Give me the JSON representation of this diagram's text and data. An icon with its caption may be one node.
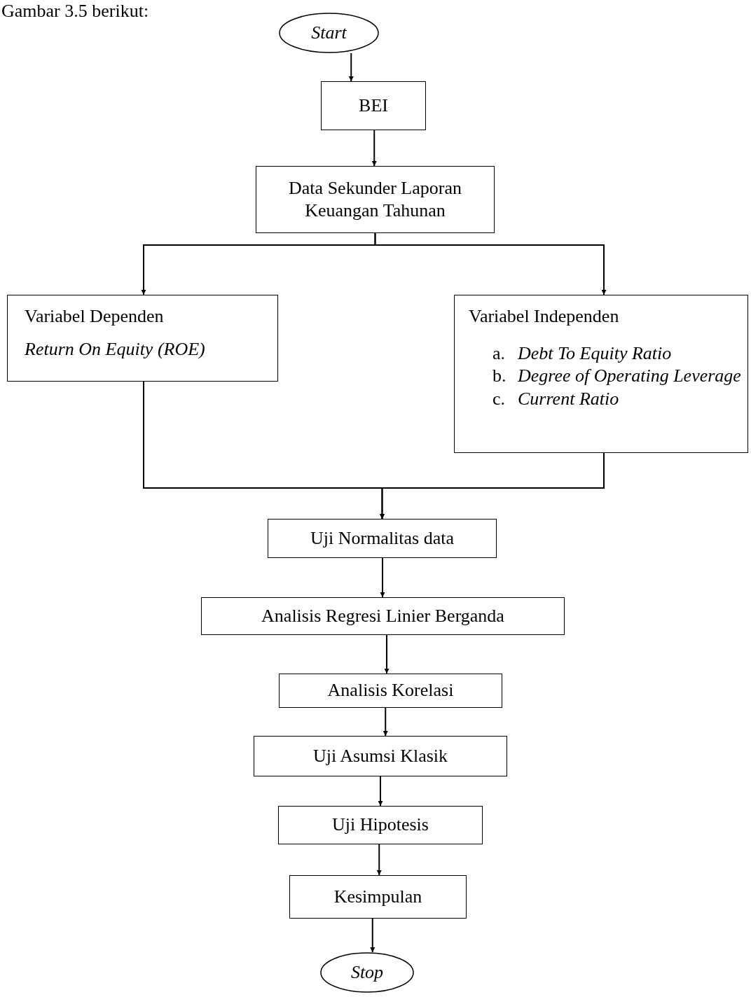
{
  "diagram": {
    "caption": "Gambar 3.5 berikut:",
    "nodes": [
      {
        "text": [
          "Start"
        ]
      },
      {
        "text": [
          "BEI"
        ]
      },
      {
        "text": [
          "Data Sekunder Laporan Keuangan Tahunan"
        ]
      },
      {
        "text": [
          "Variabel Dependen",
          "Return On Equity (ROE)"
        ]
      },
      {
        "text": [
          "Variabel Independen",
          "a.",
          "Debt To Equity Ratio",
          "b.",
          "Degree of Operating Leverage",
          "c.",
          "Current Ratio"
        ]
      },
      {
        "text": [
          "Uji Normalitas data"
        ]
      },
      {
        "text": [
          "Analisis Regresi Linier Berganda"
        ]
      },
      {
        "text": [
          "Analisis Korelasi"
        ]
      },
      {
        "text": [
          "Uji Asumsi Klasik"
        ]
      },
      {
        "text": [
          "Uji Hipotesis"
        ]
      },
      {
        "text": [
          "Kesimpulan"
        ]
      },
      {
        "text": [
          "Stop"
        ]
      }
    ],
    "edges": [
      {
        "from": 0,
        "to": 1,
        "arrow": "to"
      },
      {
        "from": 1,
        "to": 2,
        "arrow": "to"
      },
      {
        "from": 2,
        "to": 3,
        "arrow": "to"
      },
      {
        "from": 2,
        "to": 4,
        "arrow": "to"
      },
      {
        "from": 3,
        "to": 5,
        "arrow": "to"
      },
      {
        "from": 4,
        "to": 5,
        "arrow": "to"
      },
      {
        "from": 5,
        "to": 6,
        "arrow": "to"
      },
      {
        "from": 6,
        "to": 7,
        "arrow": "to"
      },
      {
        "from": 7,
        "to": 8,
        "arrow": "to"
      },
      {
        "from": 8,
        "to": 9,
        "arrow": "to"
      },
      {
        "from": 9,
        "to": 10,
        "arrow": "to"
      },
      {
        "from": 10,
        "to": 11,
        "arrow": "to"
      }
    ]
  }
}
